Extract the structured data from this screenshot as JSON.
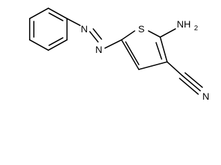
{
  "molecule": {
    "atoms": {
      "sulfur": "S",
      "amino": "NH",
      "amino_subscript": "2",
      "nitrile_n": "N",
      "azo_n1": "N",
      "azo_n2": "N"
    }
  }
}
